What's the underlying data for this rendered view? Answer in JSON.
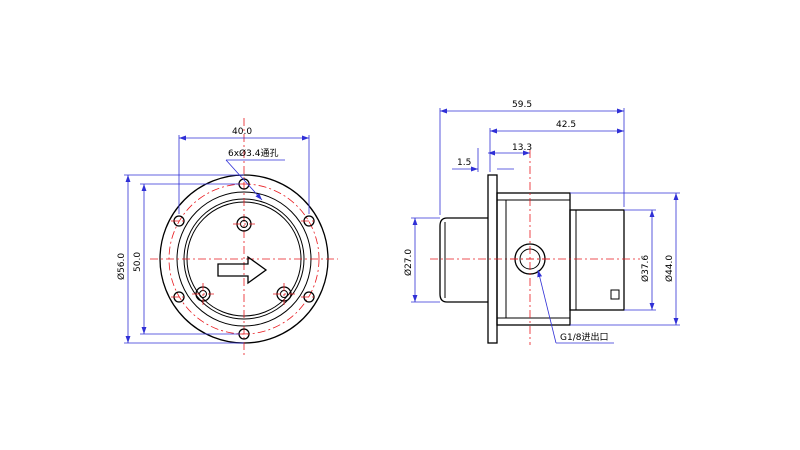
{
  "front_view": {
    "dim_width": "40.0",
    "dim_hole_note": "6xØ3.4通孔",
    "dim_outer_diameter": "Ø56.0",
    "dim_bolt_circle": "50.0"
  },
  "side_view": {
    "dim_total_length": "59.5",
    "dim_body_length": "42.5",
    "dim_flange": "1.5",
    "dim_port_offset": "13.3",
    "dim_shaft_diameter": "Ø27.0",
    "dim_motor_diameter": "Ø37.6",
    "dim_overall_diameter": "Ø44.0",
    "port_note": "G1/8进出口"
  },
  "colors": {
    "outline": "#000000",
    "centerline": "#e8191e",
    "dimension": "#2f2fd6"
  }
}
